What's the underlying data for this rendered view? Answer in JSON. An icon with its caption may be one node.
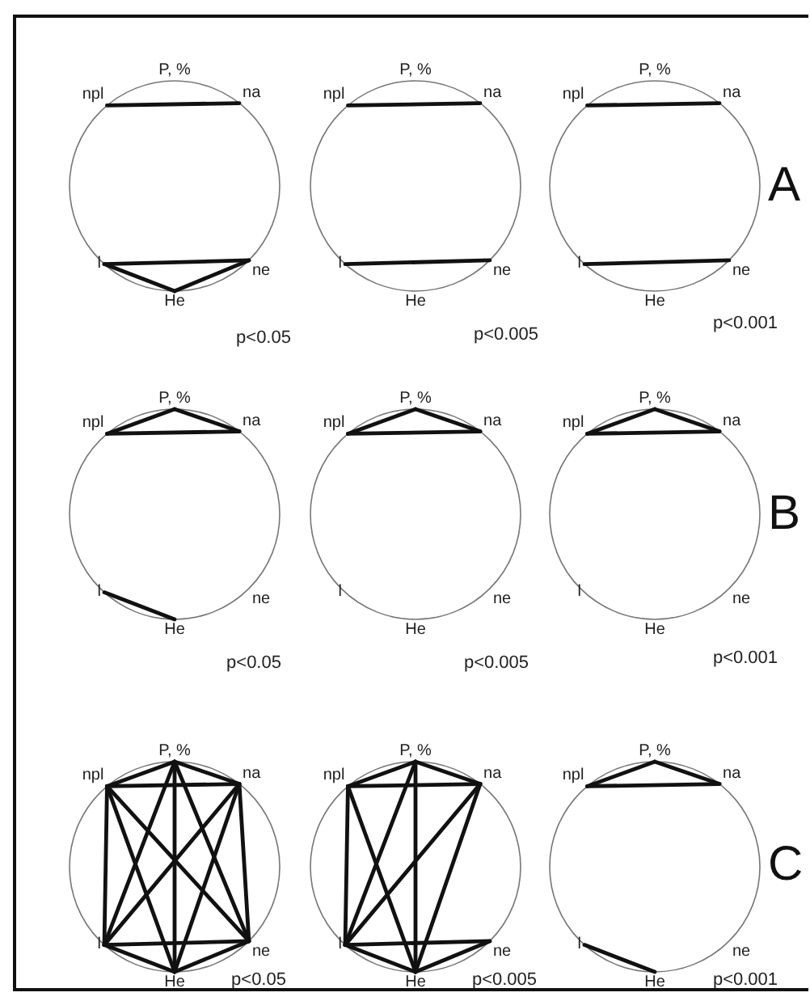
{
  "diagram": {
    "nodes": [
      {
        "text": [
          "P, %"
        ]
      },
      {
        "text": [
          "npl"
        ]
      },
      {
        "text": [
          "na"
        ]
      },
      {
        "text": [
          "l"
        ]
      },
      {
        "text": [
          "ne"
        ]
      },
      {
        "text": [
          "He"
        ]
      },
      {
        "text": [
          "P, %"
        ]
      },
      {
        "text": [
          "npl"
        ]
      },
      {
        "text": [
          "na"
        ]
      },
      {
        "text": [
          "l"
        ]
      },
      {
        "text": [
          "ne"
        ]
      },
      {
        "text": [
          "He"
        ]
      },
      {
        "text": [
          "P, %"
        ]
      },
      {
        "text": [
          "npl"
        ]
      },
      {
        "text": [
          "na"
        ]
      },
      {
        "text": [
          "l"
        ]
      },
      {
        "text": [
          "ne"
        ]
      },
      {
        "text": [
          "He"
        ]
      },
      {
        "text": [
          "P, %"
        ]
      },
      {
        "text": [
          "npl"
        ]
      },
      {
        "text": [
          "na"
        ]
      },
      {
        "text": [
          "l"
        ]
      },
      {
        "text": [
          "ne"
        ]
      },
      {
        "text": [
          "He"
        ]
      },
      {
        "text": [
          "P, %"
        ]
      },
      {
        "text": [
          "npl"
        ]
      },
      {
        "text": [
          "na"
        ]
      },
      {
        "text": [
          "l"
        ]
      },
      {
        "text": [
          "ne"
        ]
      },
      {
        "text": [
          "He"
        ]
      },
      {
        "text": [
          "P, %"
        ]
      },
      {
        "text": [
          "npl"
        ]
      },
      {
        "text": [
          "na"
        ]
      },
      {
        "text": [
          "l"
        ]
      },
      {
        "text": [
          "ne"
        ]
      },
      {
        "text": [
          "He"
        ]
      },
      {
        "text": [
          "P, %"
        ]
      },
      {
        "text": [
          "npl"
        ]
      },
      {
        "text": [
          "na"
        ]
      },
      {
        "text": [
          "l"
        ]
      },
      {
        "text": [
          "ne"
        ]
      },
      {
        "text": [
          "He"
        ]
      },
      {
        "text": [
          "P, %"
        ]
      },
      {
        "text": [
          "npl"
        ]
      },
      {
        "text": [
          "na"
        ]
      },
      {
        "text": [
          "l"
        ]
      },
      {
        "text": [
          "ne"
        ]
      },
      {
        "text": [
          "He"
        ]
      },
      {
        "text": [
          "P, %"
        ]
      },
      {
        "text": [
          "npl"
        ]
      },
      {
        "text": [
          "na"
        ]
      },
      {
        "text": [
          "l"
        ]
      },
      {
        "text": [
          "ne"
        ]
      },
      {
        "text": [
          "He"
        ]
      }
    ],
    "edges": [
      {
        "from": 1,
        "to": 2,
        "arrow": "none"
      },
      {
        "from": 3,
        "to": 4,
        "arrow": "none"
      },
      {
        "from": 3,
        "to": 5,
        "arrow": "none"
      },
      {
        "from": 5,
        "to": 4,
        "arrow": "none"
      },
      {
        "from": 7,
        "to": 8,
        "arrow": "none"
      },
      {
        "from": 9,
        "to": 10,
        "arrow": "none"
      },
      {
        "from": 13,
        "to": 14,
        "arrow": "none"
      },
      {
        "from": 15,
        "to": 16,
        "arrow": "none"
      },
      {
        "from": 19,
        "to": 18,
        "arrow": "none"
      },
      {
        "from": 18,
        "to": 20,
        "arrow": "none"
      },
      {
        "from": 19,
        "to": 20,
        "arrow": "none"
      },
      {
        "from": 21,
        "to": 23,
        "arrow": "none"
      },
      {
        "from": 25,
        "to": 24,
        "arrow": "none"
      },
      {
        "from": 24,
        "to": 26,
        "arrow": "none"
      },
      {
        "from": 25,
        "to": 26,
        "arrow": "none"
      },
      {
        "from": 31,
        "to": 30,
        "arrow": "none"
      },
      {
        "from": 30,
        "to": 32,
        "arrow": "none"
      },
      {
        "from": 31,
        "to": 32,
        "arrow": "none"
      },
      {
        "from": 36,
        "to": 37,
        "arrow": "none"
      },
      {
        "from": 36,
        "to": 38,
        "arrow": "none"
      },
      {
        "from": 36,
        "to": 39,
        "arrow": "none"
      },
      {
        "from": 36,
        "to": 40,
        "arrow": "none"
      },
      {
        "from": 36,
        "to": 41,
        "arrow": "none"
      },
      {
        "from": 37,
        "to": 38,
        "arrow": "none"
      },
      {
        "from": 37,
        "to": 39,
        "arrow": "none"
      },
      {
        "from": 37,
        "to": 40,
        "arrow": "none"
      },
      {
        "from": 37,
        "to": 41,
        "arrow": "none"
      },
      {
        "from": 38,
        "to": 39,
        "arrow": "none"
      },
      {
        "from": 38,
        "to": 40,
        "arrow": "none"
      },
      {
        "from": 38,
        "to": 41,
        "arrow": "none"
      },
      {
        "from": 39,
        "to": 40,
        "arrow": "none"
      },
      {
        "from": 39,
        "to": 41,
        "arrow": "none"
      },
      {
        "from": 41,
        "to": 40,
        "arrow": "none"
      },
      {
        "from": 42,
        "to": 43,
        "arrow": "none"
      },
      {
        "from": 42,
        "to": 44,
        "arrow": "none"
      },
      {
        "from": 43,
        "to": 44,
        "arrow": "none"
      },
      {
        "from": 43,
        "to": 45,
        "arrow": "none"
      },
      {
        "from": 42,
        "to": 45,
        "arrow": "none"
      },
      {
        "from": 42,
        "to": 47,
        "arrow": "none"
      },
      {
        "from": 43,
        "to": 47,
        "arrow": "none"
      },
      {
        "from": 44,
        "to": 45,
        "arrow": "none"
      },
      {
        "from": 44,
        "to": 47,
        "arrow": "none"
      },
      {
        "from": 45,
        "to": 46,
        "arrow": "none"
      },
      {
        "from": 45,
        "to": 47,
        "arrow": "none"
      },
      {
        "from": 47,
        "to": 46,
        "arrow": "none"
      },
      {
        "from": 48,
        "to": 49,
        "arrow": "none"
      },
      {
        "from": 48,
        "to": 50,
        "arrow": "none"
      },
      {
        "from": 49,
        "to": 50,
        "arrow": "none"
      },
      {
        "from": 51,
        "to": 53,
        "arrow": "none"
      }
    ],
    "labels": [
      "A",
      "p<0.05",
      "p<0.005",
      "p<0.001",
      "B",
      "p<0.05",
      "p<0.005",
      "p<0.001",
      "C",
      "p<0.05",
      "p<0.005",
      "p<0.001"
    ]
  }
}
